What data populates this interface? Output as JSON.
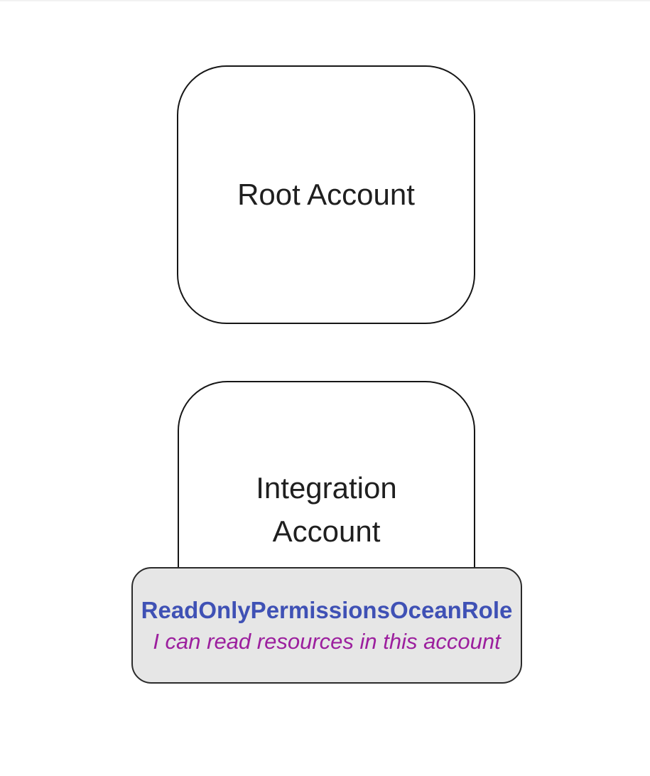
{
  "canvas": {
    "background": "#ffffff"
  },
  "diagram": {
    "root_account": {
      "label": "Root Account"
    },
    "integration_account": {
      "label": "Integration Account",
      "lines": [
        "Integration",
        "Account"
      ]
    },
    "role_badge": {
      "title": "ReadOnlyPermissionsOceanRole",
      "subtitle": "I can read resources in this account",
      "title_color": "#3f51b5",
      "subtitle_color": "#9c1f9e",
      "background": "#e6e6e6",
      "border_color": "#2b2b2b"
    },
    "node_border_color": "#161616",
    "node_text_color": "#1f1f1f"
  }
}
